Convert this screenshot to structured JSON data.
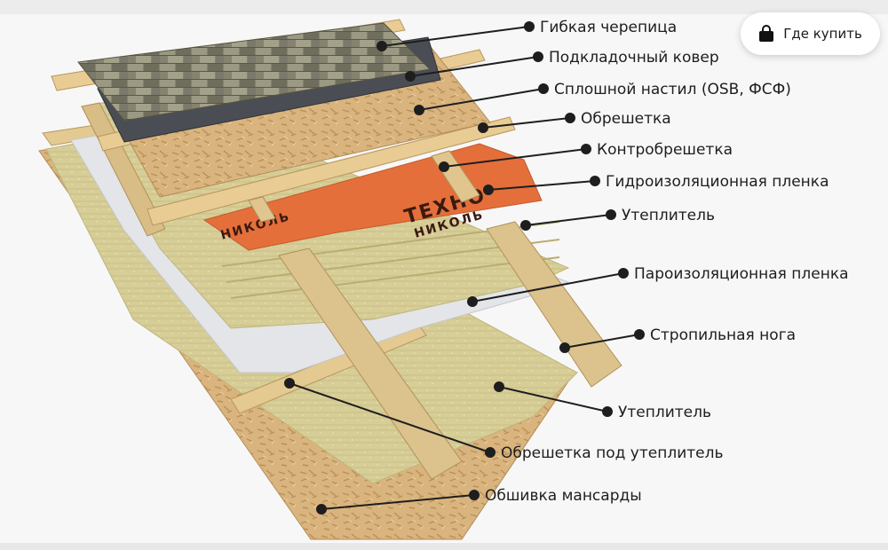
{
  "buy_button": {
    "label": "Где купить",
    "icon": "shopping-bag-icon"
  },
  "diagram": {
    "labels": [
      "Гибкая черепица",
      "Подкладочный ковер",
      "Сплошной настил (OSB, ФСФ)",
      "Обрешетка",
      "Контробрешетка",
      "Гидроизоляционная пленка",
      "Утеплитель",
      "Пароизоляционная пленка",
      "Стропильная нога",
      "Утеплитель",
      "Обрешетка под утеплитель",
      "Обшивка мансарды"
    ],
    "membrane_brand": {
      "line1": "ТЕХНО",
      "line2": "НИКОЛЬ"
    }
  },
  "colors": {
    "shingle": "#8c8a76",
    "osb": "#d7b27c",
    "wood": "#dcc28c",
    "insulation": "#d8cf9a",
    "membrane": "#e46f3b",
    "vapor_film": "#e3e5e8",
    "leader": "#1e1e1e"
  }
}
